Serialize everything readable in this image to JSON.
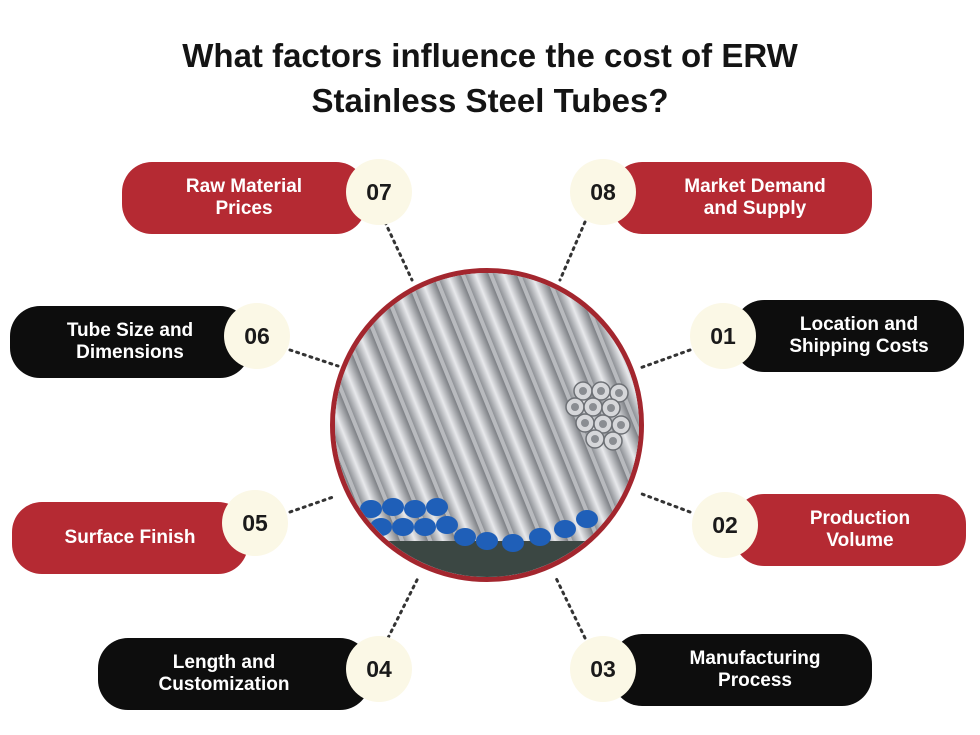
{
  "title": {
    "line1": "What factors influence the cost of ERW",
    "line2": "Stainless Steel Tubes?"
  },
  "factors": [
    {
      "number": "01",
      "label_line1": "Location and",
      "label_line2": "Shipping Costs",
      "color": "black"
    },
    {
      "number": "02",
      "label_line1": "Production",
      "label_line2": "Volume",
      "color": "red"
    },
    {
      "number": "03",
      "label_line1": "Manufacturing",
      "label_line2": "Process",
      "color": "black"
    },
    {
      "number": "04",
      "label_line1": "Length and",
      "label_line2": "Customization",
      "color": "black"
    },
    {
      "number": "05",
      "label_line1": "Surface Finish",
      "label_line2": "",
      "color": "red"
    },
    {
      "number": "06",
      "label_line1": "Tube Size and",
      "label_line2": "Dimensions",
      "color": "black"
    },
    {
      "number": "07",
      "label_line1": "Raw Material",
      "label_line2": "Prices",
      "color": "red"
    },
    {
      "number": "08",
      "label_line1": "Market Demand",
      "label_line2": "and Supply",
      "color": "red"
    }
  ],
  "colors": {
    "red": "#b52a33",
    "black": "#0d0d0d",
    "number_bg": "#fbf8e6",
    "ring": "#a3262e",
    "tube_cap": "#1f5fb8"
  },
  "center_image": "stainless-steel-tubes-photo"
}
